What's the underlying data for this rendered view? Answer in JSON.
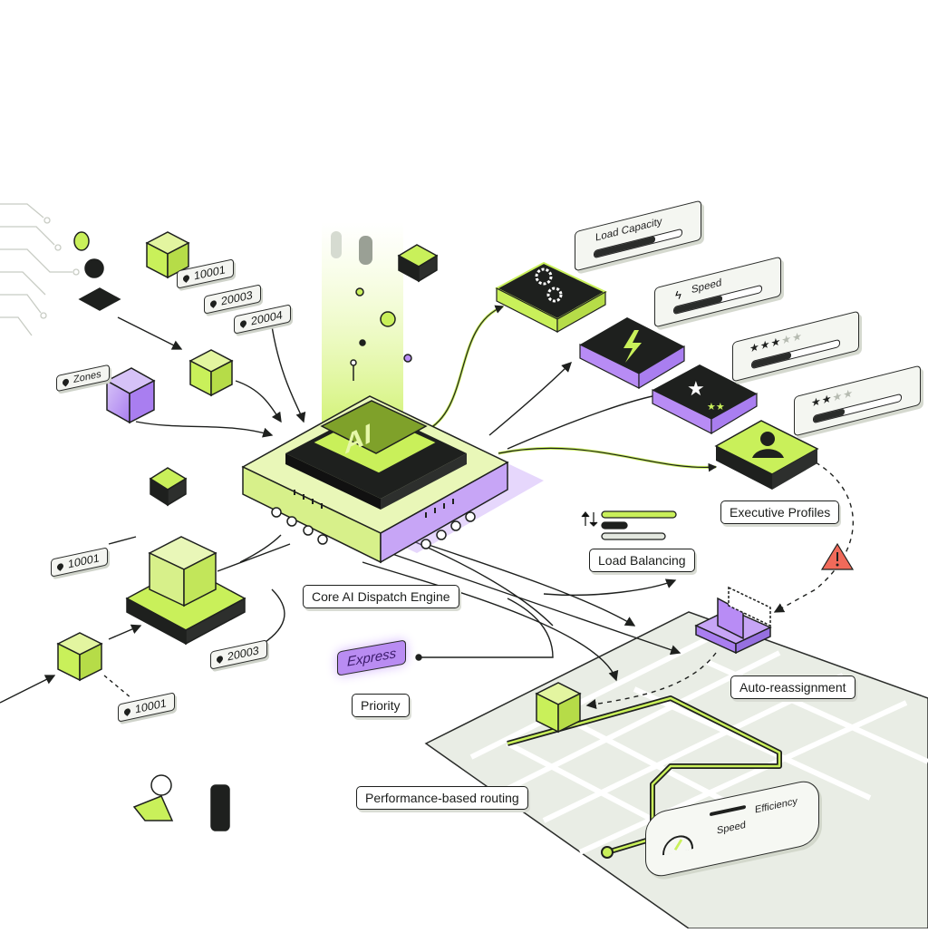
{
  "engine": {
    "chip_text": "AI",
    "label": "Core AI Dispatch Engine"
  },
  "labels": {
    "executive_profiles": "Executive Profiles",
    "load_balancing": "Load Balancing",
    "auto_reassignment": "Auto-reassignment",
    "performance_routing": "Performance-based routing",
    "priority": "Priority",
    "express": "Express"
  },
  "zone_tags": [
    {
      "text": "10001"
    },
    {
      "text": "20003"
    },
    {
      "text": "20004"
    },
    {
      "text": "10001"
    },
    {
      "text": "20003"
    },
    {
      "text": "10001"
    }
  ],
  "zones_tag": "Zones",
  "metric_cards": [
    {
      "label": "Load Capacity",
      "fill": 0.7
    },
    {
      "label": "Speed",
      "fill": 0.55
    },
    {
      "stars_on": 3,
      "stars_total": 5,
      "fill": 0.45
    },
    {
      "stars_on": 2,
      "stars_total": 4,
      "fill": 0.35
    }
  ],
  "speed_panel": {
    "speed_label": "Speed",
    "efficiency_label": "Efficiency"
  },
  "icons": [
    "gear-icon",
    "lightning-icon",
    "star-icon",
    "person-icon",
    "warning-icon",
    "map-pin-icon",
    "package-icon",
    "gauge-icon"
  ],
  "colors": {
    "lime": "#c9f05a",
    "purple": "#b88cf5",
    "dark": "#1e201e",
    "map": "#e9ede5"
  }
}
